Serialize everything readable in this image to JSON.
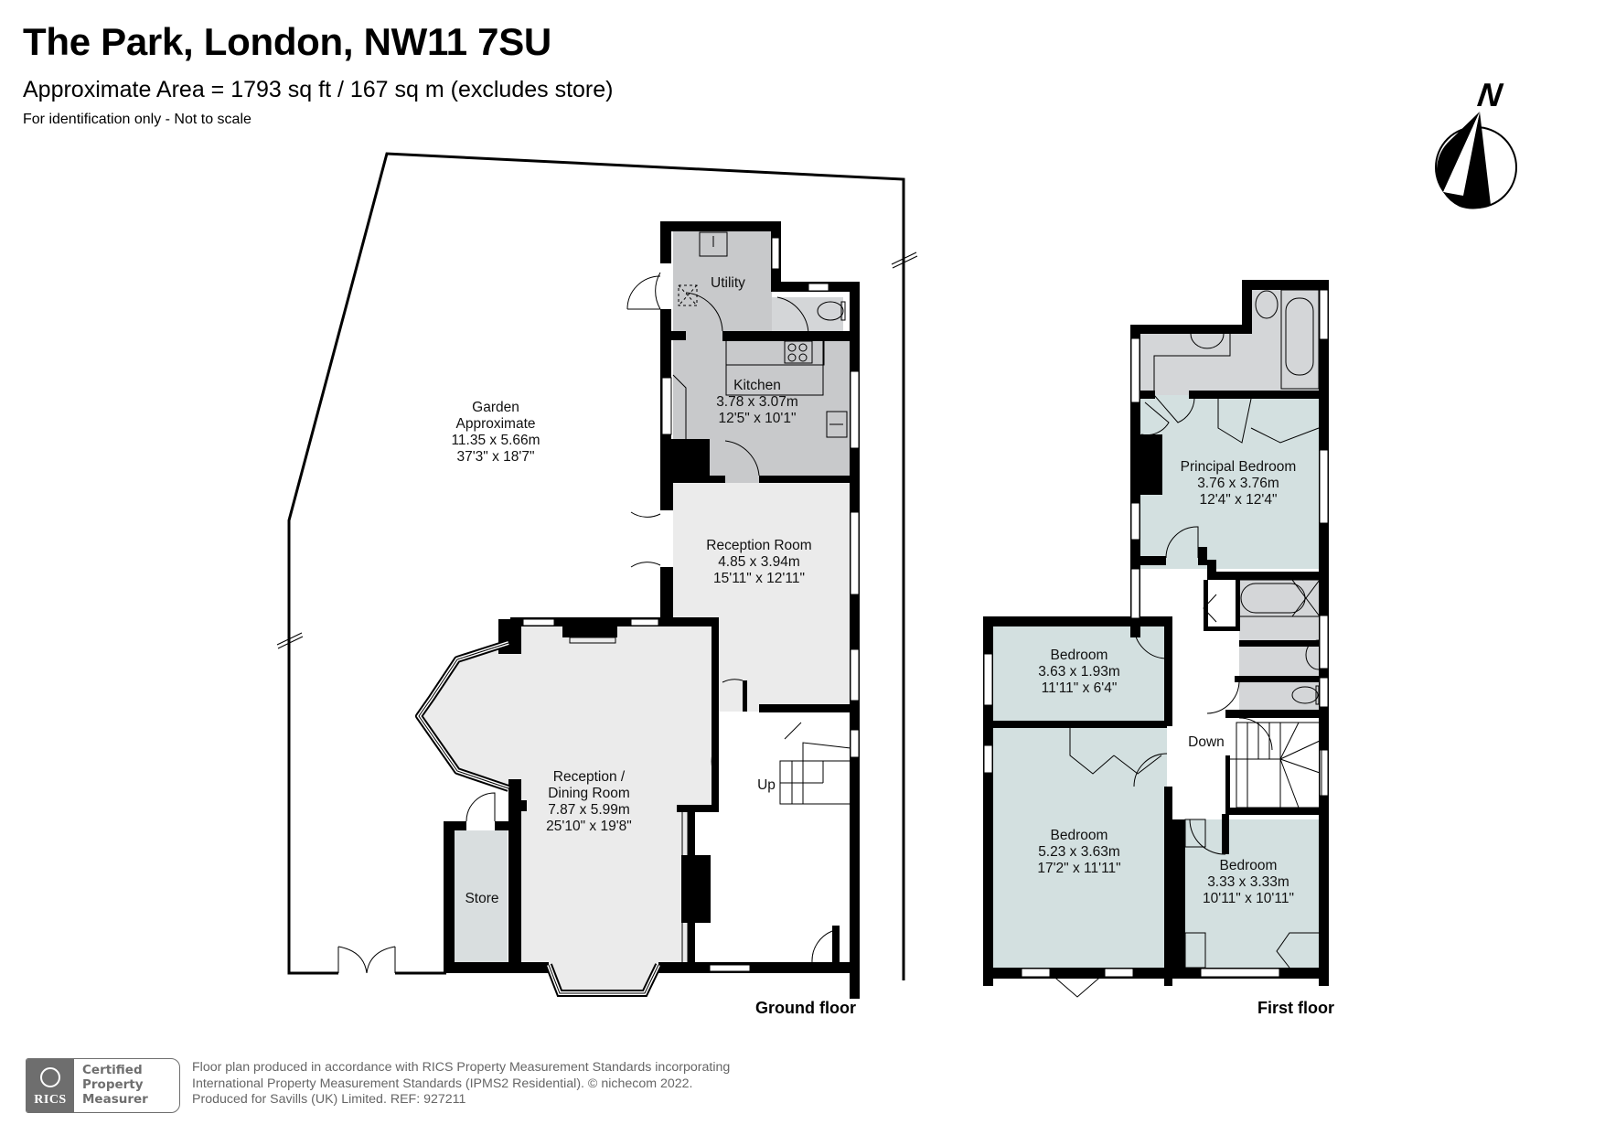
{
  "header": {
    "title": "The Park, London, NW11 7SU",
    "subtitle": "Approximate Area = 1793 sq ft / 167 sq m (excludes store)",
    "note": "For identification only - Not to scale"
  },
  "compass": {
    "label": "N",
    "icon": "north-arrow-icon"
  },
  "ground_floor": {
    "label": "Ground floor",
    "rooms": {
      "garden": {
        "name": "Garden",
        "qualifier": "Approximate",
        "metric": "11.35 x 5.66m",
        "imperial": "37'3\" x 18'7\""
      },
      "utility": {
        "name": "Utility"
      },
      "kitchen": {
        "name": "Kitchen",
        "metric": "3.78 x 3.07m",
        "imperial": "12'5\" x 10'1\""
      },
      "reception_room": {
        "name": "Reception Room",
        "metric": "4.85 x 3.94m",
        "imperial": "15'11\" x 12'11\""
      },
      "reception_dining": {
        "name_line1": "Reception /",
        "name_line2": "Dining Room",
        "metric": "7.87 x 5.99m",
        "imperial": "25'10\" x 19'8\""
      },
      "store": {
        "name": "Store"
      },
      "stairs": {
        "label": "Up"
      }
    }
  },
  "first_floor": {
    "label": "First floor",
    "rooms": {
      "principal_bedroom": {
        "name": "Principal Bedroom",
        "metric": "3.76 x 3.76m",
        "imperial": "12'4\" x 12'4\""
      },
      "bedroom_small": {
        "name": "Bedroom",
        "metric": "3.63 x 1.93m",
        "imperial": "11'11\" x 6'4\""
      },
      "bedroom_large": {
        "name": "Bedroom",
        "metric": "5.23 x 3.63m",
        "imperial": "17'2\" x 11'11\""
      },
      "bedroom_right": {
        "name": "Bedroom",
        "metric": "3.33 x 3.33m",
        "imperial": "10'11\" x 10'11\""
      },
      "stairs": {
        "label": "Down"
      }
    }
  },
  "colors": {
    "wall": "#000000",
    "kitchen_utility_fill": "#c8c9cb",
    "reception_fill": "#ebebeb",
    "bedroom_fill": "#d3e0e0",
    "store_fill": "#d9dedf",
    "bathroom_fill": "#d4d6d8",
    "footer_text": "#666666"
  },
  "footer": {
    "badge_org": "RICS",
    "badge_line1": "Certified",
    "badge_line2": "Property",
    "badge_line3": "Measurer",
    "line1": "Floor plan produced in accordance with RICS Property Measurement Standards incorporating",
    "line2": "International Property Measurement Standards (IPMS2 Residential).   © nichecom 2022.",
    "line3": "Produced for Savills (UK) Limited.   REF:  927211"
  }
}
